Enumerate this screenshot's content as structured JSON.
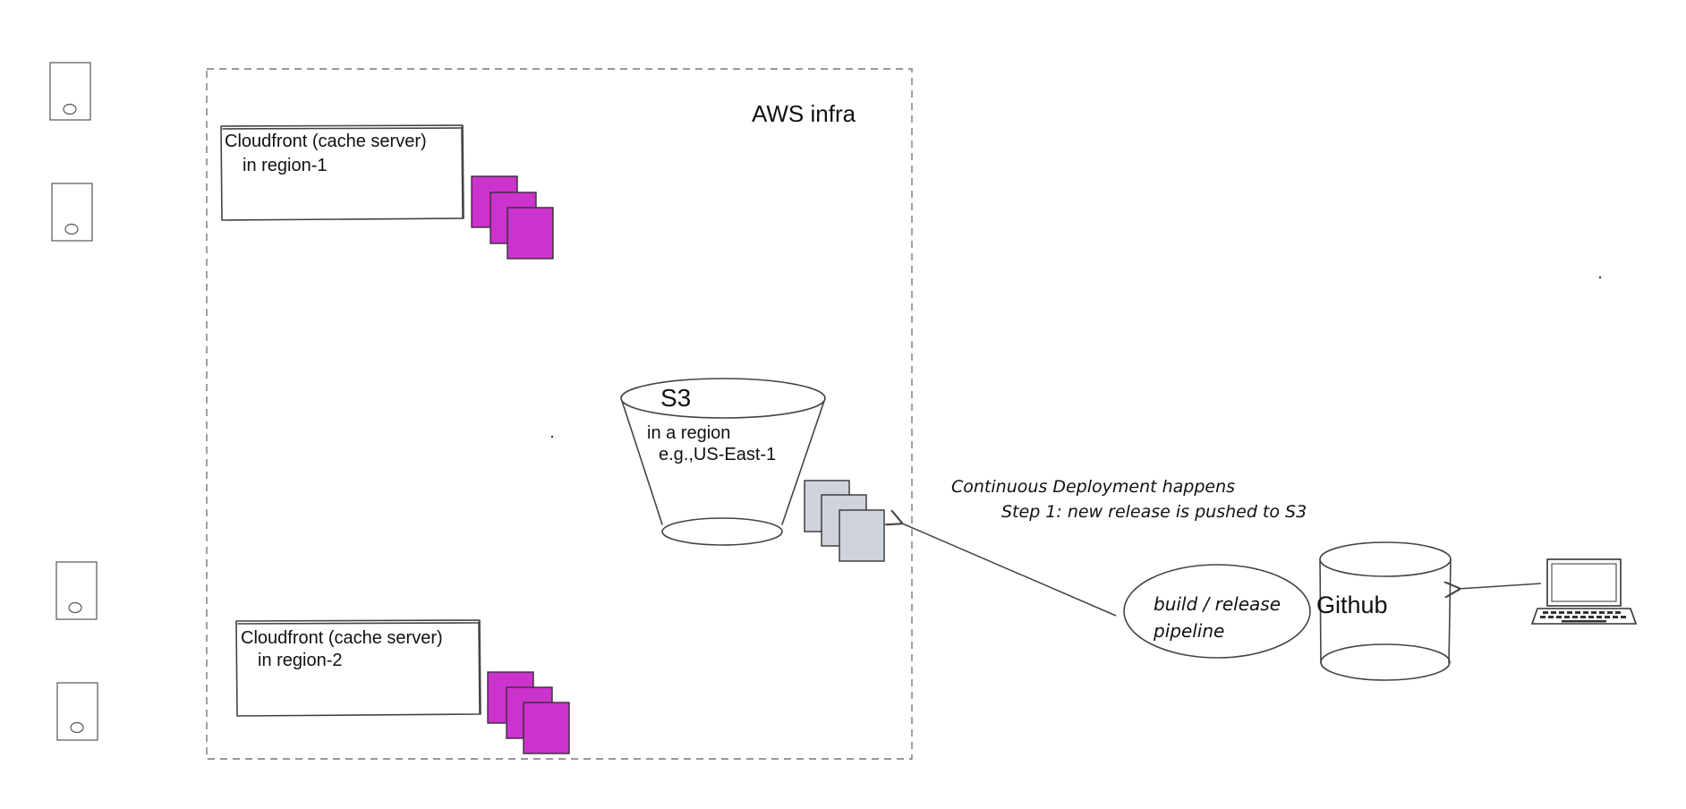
{
  "infra_label": "AWS infra",
  "cloudfront_1": {
    "title": "Cloudfront (cache server)",
    "region": "in region-1"
  },
  "cloudfront_2": {
    "title": "Cloudfront (cache server)",
    "region": "in region-2"
  },
  "s3": {
    "title": "S3",
    "line1": "in a region",
    "line2": "e.g.,US-East-1"
  },
  "annotation": {
    "line1": "Continuous Deployment happens",
    "line2": "Step 1: new release is pushed to S3"
  },
  "pipeline": {
    "line1": "build / release",
    "line2": "pipeline"
  },
  "github_label": "Github",
  "colors": {
    "cache_files": "#cc33cc",
    "release_files": "#cfd4dc",
    "infra_border": "#777777",
    "stroke": "#444444"
  }
}
